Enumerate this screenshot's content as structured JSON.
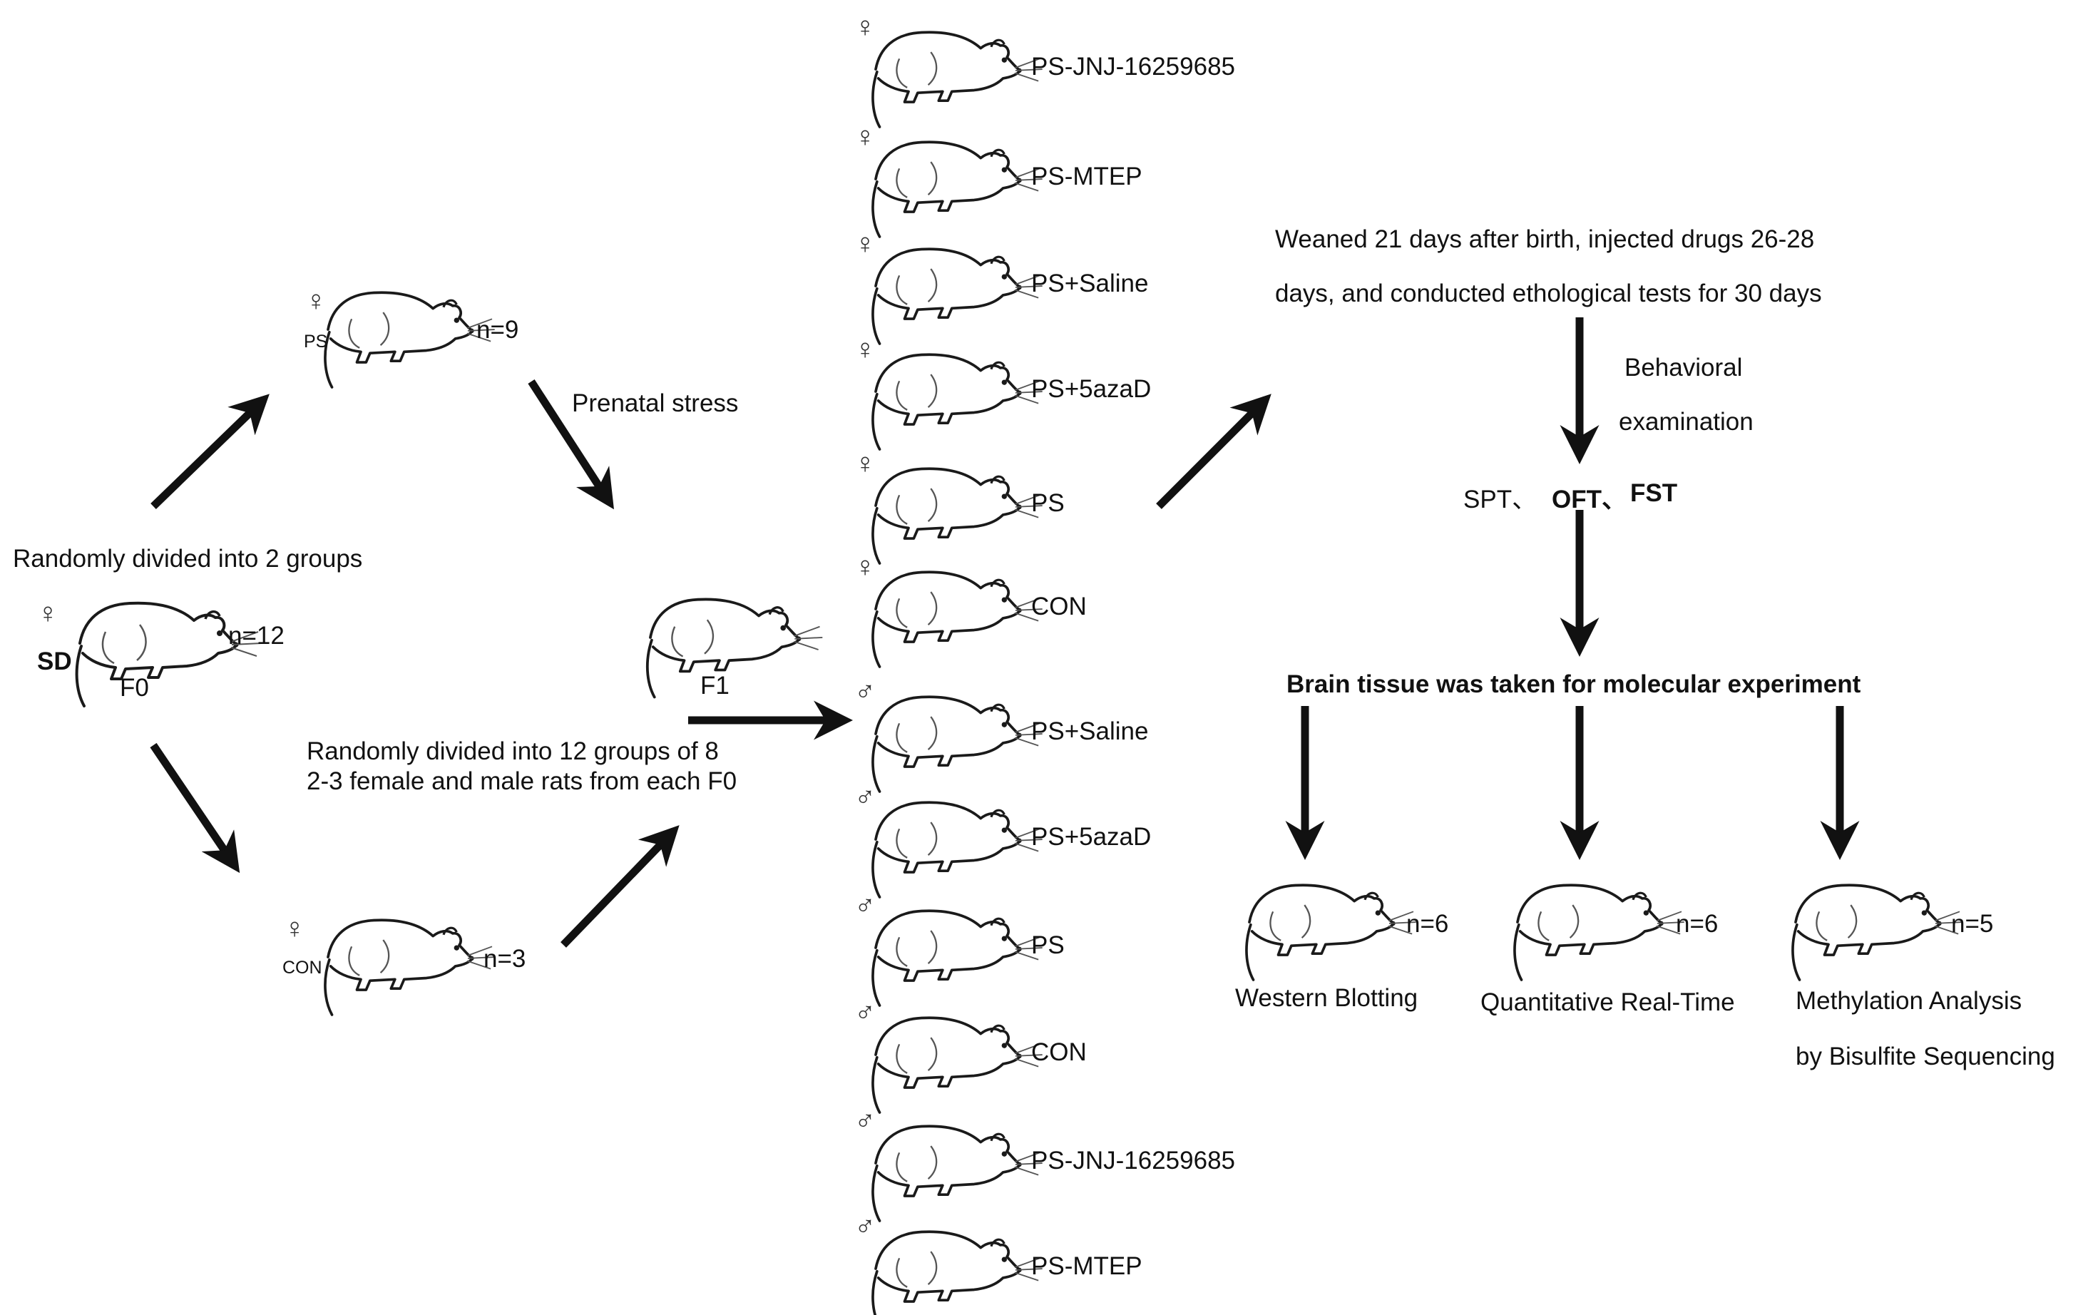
{
  "f0": {
    "sex": "♀",
    "strain": "SD",
    "gen": "F0",
    "n": "n=12"
  },
  "split_label": "Randomly divided into 2 groups",
  "ps_dam": {
    "sex": "♀",
    "tag": "PS",
    "n": "n=9"
  },
  "con_dam": {
    "sex": "♀",
    "tag": "CON",
    "n": "n=3"
  },
  "prenatal_stress": "Prenatal stress",
  "f1": {
    "gen": "F1"
  },
  "divide_line1": "Randomly divided into 12 groups of 8",
  "divide_line2": "2-3 female and male rats from each F0",
  "groups": [
    {
      "sex": "♀",
      "name": "PS-JNJ-16259685"
    },
    {
      "sex": "♀",
      "name": "PS-MTEP"
    },
    {
      "sex": "♀",
      "name": "PS+Saline"
    },
    {
      "sex": "♀",
      "name": "PS+5azaD"
    },
    {
      "sex": "♀",
      "name": "PS"
    },
    {
      "sex": "♀",
      "name": "CON"
    },
    {
      "sex": "♂",
      "name": "PS+Saline"
    },
    {
      "sex": "♂",
      "name": "PS+5azaD"
    },
    {
      "sex": "♂",
      "name": "PS"
    },
    {
      "sex": "♂",
      "name": "CON"
    },
    {
      "sex": "♂",
      "name": "PS-JNJ-16259685"
    },
    {
      "sex": "♂",
      "name": "PS-MTEP"
    }
  ],
  "weaned_line1": "Weaned 21 days after birth, injected drugs 26-28",
  "weaned_line2": "days, and conducted ethological tests for 30 days",
  "behavioral1": "Behavioral",
  "behavioral2": "examination",
  "tests_spt": "SPT、",
  "tests_oft": "OFT、",
  "tests_fst": "FST",
  "brain_tissue": "Brain tissue was taken for molecular experiment",
  "experiments": [
    {
      "n": "n=6",
      "label1": "Western Blotting",
      "label2": ""
    },
    {
      "n": "n=6",
      "label1": "Quantitative Real-Time",
      "label2": ""
    },
    {
      "n": "n=5",
      "label1": "Methylation Analysis",
      "label2": "by Bisulfite Sequencing"
    }
  ]
}
